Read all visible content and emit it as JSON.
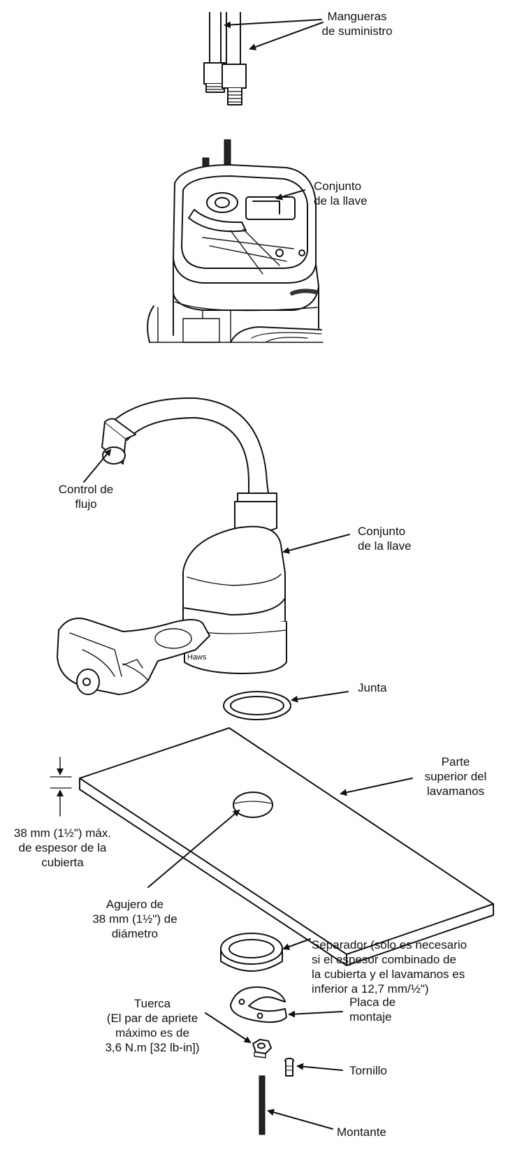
{
  "labels": {
    "supply_hoses": "Mangueras\nde suministro",
    "faucet_assembly_top": "Conjunto\nde la llave",
    "flow_control": "Control de\nflujo",
    "faucet_assembly": "Conjunto\nde la llave",
    "gasket": "Junta",
    "sink_top": "Parte\nsuperior del\nlavamanos",
    "deck_thickness": "38 mm (1½\") máx.\nde espesor de la\ncubierta",
    "hole_diameter": "Agujero de\n38 mm (1½\") de\ndiámetro",
    "spacer": "Separador (solo es necesario\nsi el espesor combinado de\nla cubierta y el lavamanos es\ninferior a 12,7 mm/½\")",
    "nut": "Tuerca\n(El par de apriete\nmáximo es de\n3,6 N.m [32 lb-in])",
    "mounting_plate": "Placa de\nmontaje",
    "screw": "Tornillo",
    "stud": "Montante"
  },
  "colors": {
    "ink": "#111111",
    "bg": "#ffffff",
    "shade": "#d9d9d9"
  }
}
